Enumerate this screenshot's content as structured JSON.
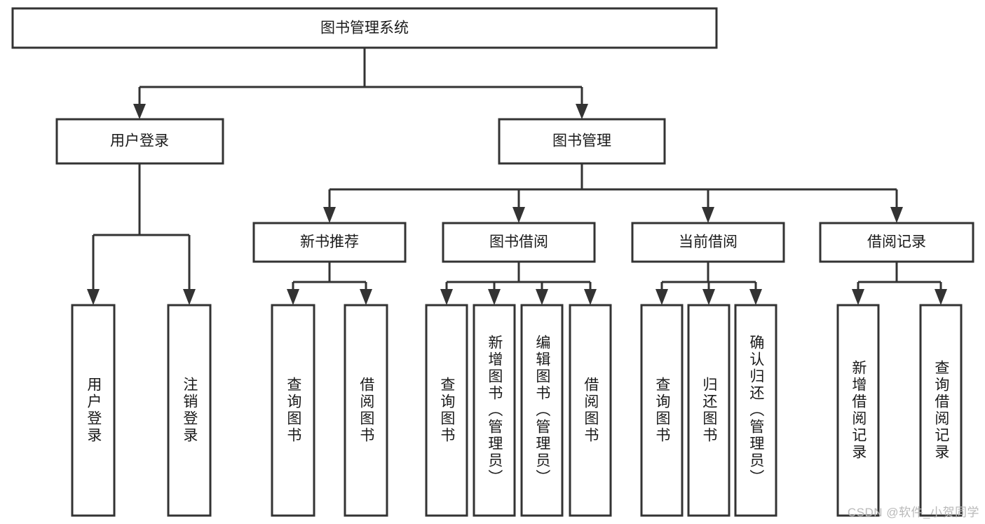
{
  "diagram": {
    "type": "tree-hierarchy",
    "title": "图书管理系统",
    "watermark": "CSDN @软件_小贺同学",
    "colors": {
      "box_stroke": "#333333",
      "box_fill": "#ffffff",
      "connector": "#333333",
      "text": "#1a1a1a",
      "watermark": "#b9b9b9",
      "background": "#ffffff"
    },
    "levels": {
      "root": {
        "label": "图书管理系统"
      },
      "level2": [
        {
          "label": "用户登录"
        },
        {
          "label": "图书管理"
        }
      ],
      "level3": [
        {
          "label": "新书推荐"
        },
        {
          "label": "图书借阅"
        },
        {
          "label": "当前借阅"
        },
        {
          "label": "借阅记录"
        }
      ]
    },
    "leaves": {
      "user_login": [
        {
          "label": "用户登录"
        },
        {
          "label": "注销登录"
        }
      ],
      "new_book_recommend": [
        {
          "label": "查询图书"
        },
        {
          "label": "借阅图书"
        }
      ],
      "book_borrow": [
        {
          "label": "查询图书"
        },
        {
          "label": "新增图书（管理员）"
        },
        {
          "label": "编辑图书（管理员）"
        },
        {
          "label": "借阅图书"
        }
      ],
      "current_borrow": [
        {
          "label": "查询图书"
        },
        {
          "label": "归还图书"
        },
        {
          "label": "确认归还（管理员）"
        }
      ],
      "borrow_record": [
        {
          "label": "新增借阅记录"
        },
        {
          "label": "查询借阅记录"
        }
      ]
    }
  }
}
